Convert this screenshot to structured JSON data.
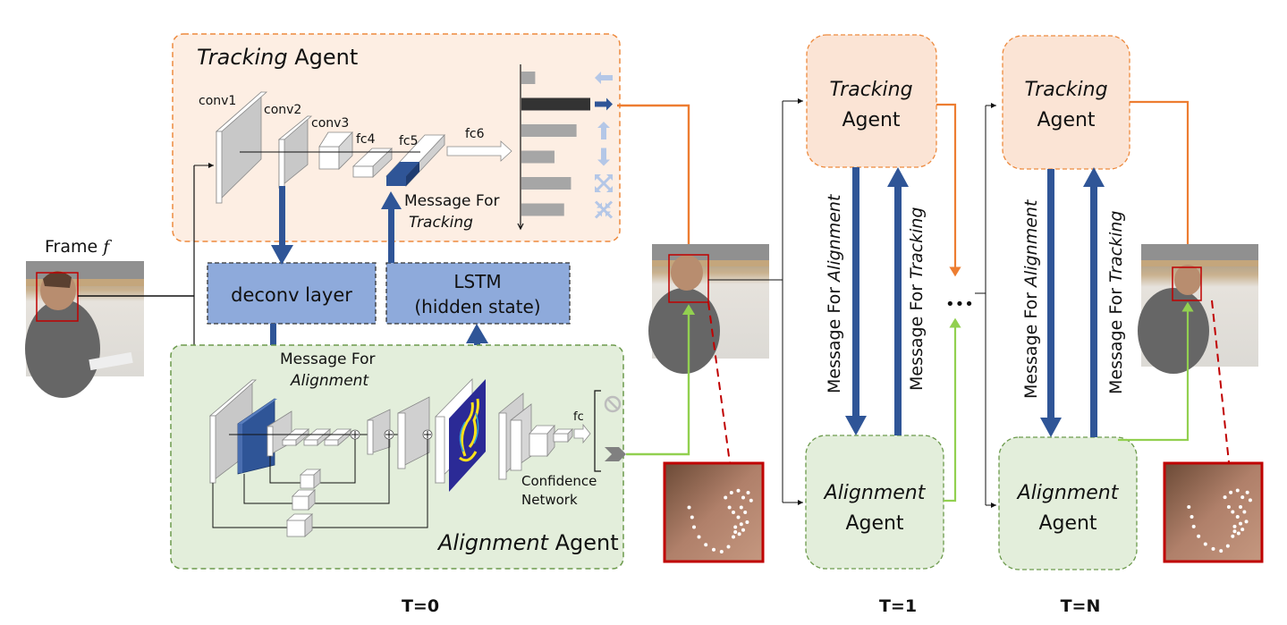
{
  "title": "Multi-agent tracking and alignment framework",
  "colors": {
    "tracking_fill": "#fdeee3",
    "tracking_border": "#ed8a3e",
    "alignment_fill": "#e3eedb",
    "alignment_border": "#6c9a4c",
    "message_arrow": "#2f5597",
    "orange_arrow": "#ed7d31",
    "green_arrow": "#92d050",
    "module_fill": "#8eaadb",
    "crop_border": "#c00000",
    "action_light": "#b4c7e7"
  },
  "frame": {
    "label_prefix": "Frame",
    "label_var": "f"
  },
  "tracking_agent": {
    "title_italic": "Tracking",
    "title_rest": " Agent",
    "layers": [
      "conv1",
      "conv2",
      "conv3",
      "fc4",
      "fc5",
      "fc6"
    ],
    "message_line1": "Message For",
    "message_line2": "Tracking",
    "action_scores": [
      0.2,
      1.0,
      0.8,
      0.48,
      0.72,
      0.62
    ],
    "selected_action_index": 1,
    "actions": [
      "move-left",
      "move-right",
      "move-up",
      "move-down",
      "scale-up",
      "scale-down"
    ]
  },
  "modules": {
    "deconv": "deconv layer",
    "lstm_line1": "LSTM",
    "lstm_line2": "(hidden state)"
  },
  "alignment_agent": {
    "title_italic": "Alignment",
    "title_rest": " Agent",
    "message_line1": "Message For",
    "message_line2": "Alignment",
    "fc_label": "fc",
    "confidence_line1": "Confidence",
    "confidence_line2": "Network"
  },
  "timesteps": [
    {
      "label": "T=0"
    },
    {
      "label": "T=1",
      "tracking_italic": "Tracking",
      "tracking_rest": "Agent",
      "alignment_italic": "Alignment",
      "alignment_rest": "Agent",
      "msg_align_prefix": "Message For ",
      "msg_align_italic": "Alignment",
      "msg_track_prefix": "Message For ",
      "msg_track_italic": "Tracking"
    },
    {
      "label": "T=N",
      "tracking_italic": "Tracking",
      "tracking_rest": "Agent",
      "alignment_italic": "Alignment",
      "alignment_rest": "Agent",
      "msg_align_prefix": "Message For ",
      "msg_align_italic": "Alignment",
      "msg_track_prefix": "Message For ",
      "msg_track_italic": "Tracking"
    }
  ],
  "ellipsis": "•••"
}
